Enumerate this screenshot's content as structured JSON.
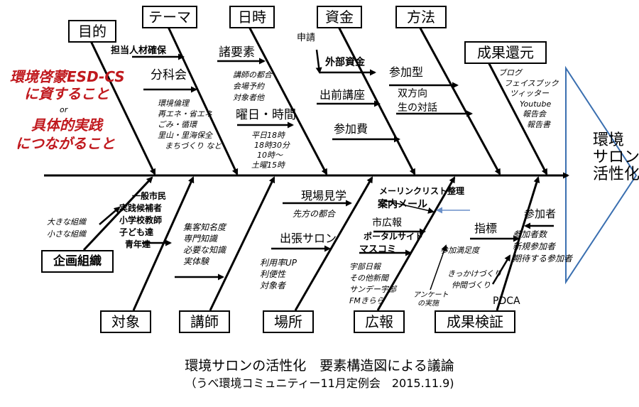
{
  "categories": {
    "purpose": "目的",
    "theme": "テーマ",
    "datetime": "日時",
    "funding": "資金",
    "method": "方法",
    "results_return": "成果還元",
    "organizer": "企画組織",
    "target": "対象",
    "lecturer": "講師",
    "place": "場所",
    "publicity": "広報",
    "results_verify": "成果検証"
  },
  "effect": [
    "環境",
    "サロンの",
    "活性化"
  ],
  "purpose_text": {
    "line1": "環境啓蒙ESD-CS",
    "line2": "に資すること",
    "or": "or",
    "line3": "具体的実践",
    "line4": "につながること"
  },
  "theme_items": {
    "staff": "担当人材確保",
    "subcommittee": "分科会",
    "topics": [
      "環境倫理",
      "再エネ・省エネ",
      "ごみ・循環",
      "里山・里海保全",
      "まちづくり など"
    ]
  },
  "datetime_items": {
    "misc": "諸要素",
    "misc_items": [
      "講師の都合",
      "会場予約",
      "対象者他"
    ],
    "day_time": "曜日・時間",
    "times": [
      "平日18時",
      "18時30分",
      "10時～",
      "土曜15時"
    ]
  },
  "funding_items": {
    "application": "申請",
    "external": "外部資金",
    "delivery": "出前講座",
    "fee": "参加費"
  },
  "method_items": {
    "participatory": "参加型",
    "interactive": [
      "双方向",
      "生の対話"
    ]
  },
  "results_return_items": [
    "ブログ",
    "フェイスブック",
    "ツィッター",
    "Youtube",
    "報告会",
    "報告書"
  ],
  "organizer_items": [
    "大きな組織",
    "小さな組織"
  ],
  "target_items": [
    "一般市民",
    "実践候補者",
    "小学校教師",
    "子ども達",
    "青年達"
  ],
  "lecturer_items": [
    "集客知名度",
    "専門知識",
    "必要な知識",
    "実体験"
  ],
  "place_items": {
    "field_trip": "現場見学",
    "host": "先方の都合",
    "outreach": "出張サロン",
    "attrs": [
      "利用率UP",
      "利便性",
      "対象者"
    ]
  },
  "publicity_items": {
    "mailing": "メーリンクリスト整理",
    "invite": "案内メール",
    "city": "市広報",
    "portal": "ポータルサイト",
    "masscomi": "マスコミ",
    "media": [
      "宇部日報",
      "その他新聞",
      "サンデー宇部",
      "FMきらら"
    ]
  },
  "verify_items": {
    "indicator": "指標",
    "satisfaction": "参加満足度",
    "survey": [
      "アンケート",
      "の実施"
    ],
    "trigger": [
      "きっかけづくり",
      "仲間づくり"
    ],
    "pdca": "PDCA",
    "participants": "参加者",
    "participant_items": [
      "参加者数",
      "新規参加者",
      "期待する参加者"
    ]
  },
  "caption": {
    "title": "環境サロンの活性化　要素構造図による議論",
    "subtitle": "（うべ環境コミュニティー11月定例会　2015.11.9)"
  },
  "colors": {
    "effect_outline": "#3a6fb0",
    "purpose_text": "#c0191e",
    "pointer_arrow": "#6a8fc8"
  }
}
